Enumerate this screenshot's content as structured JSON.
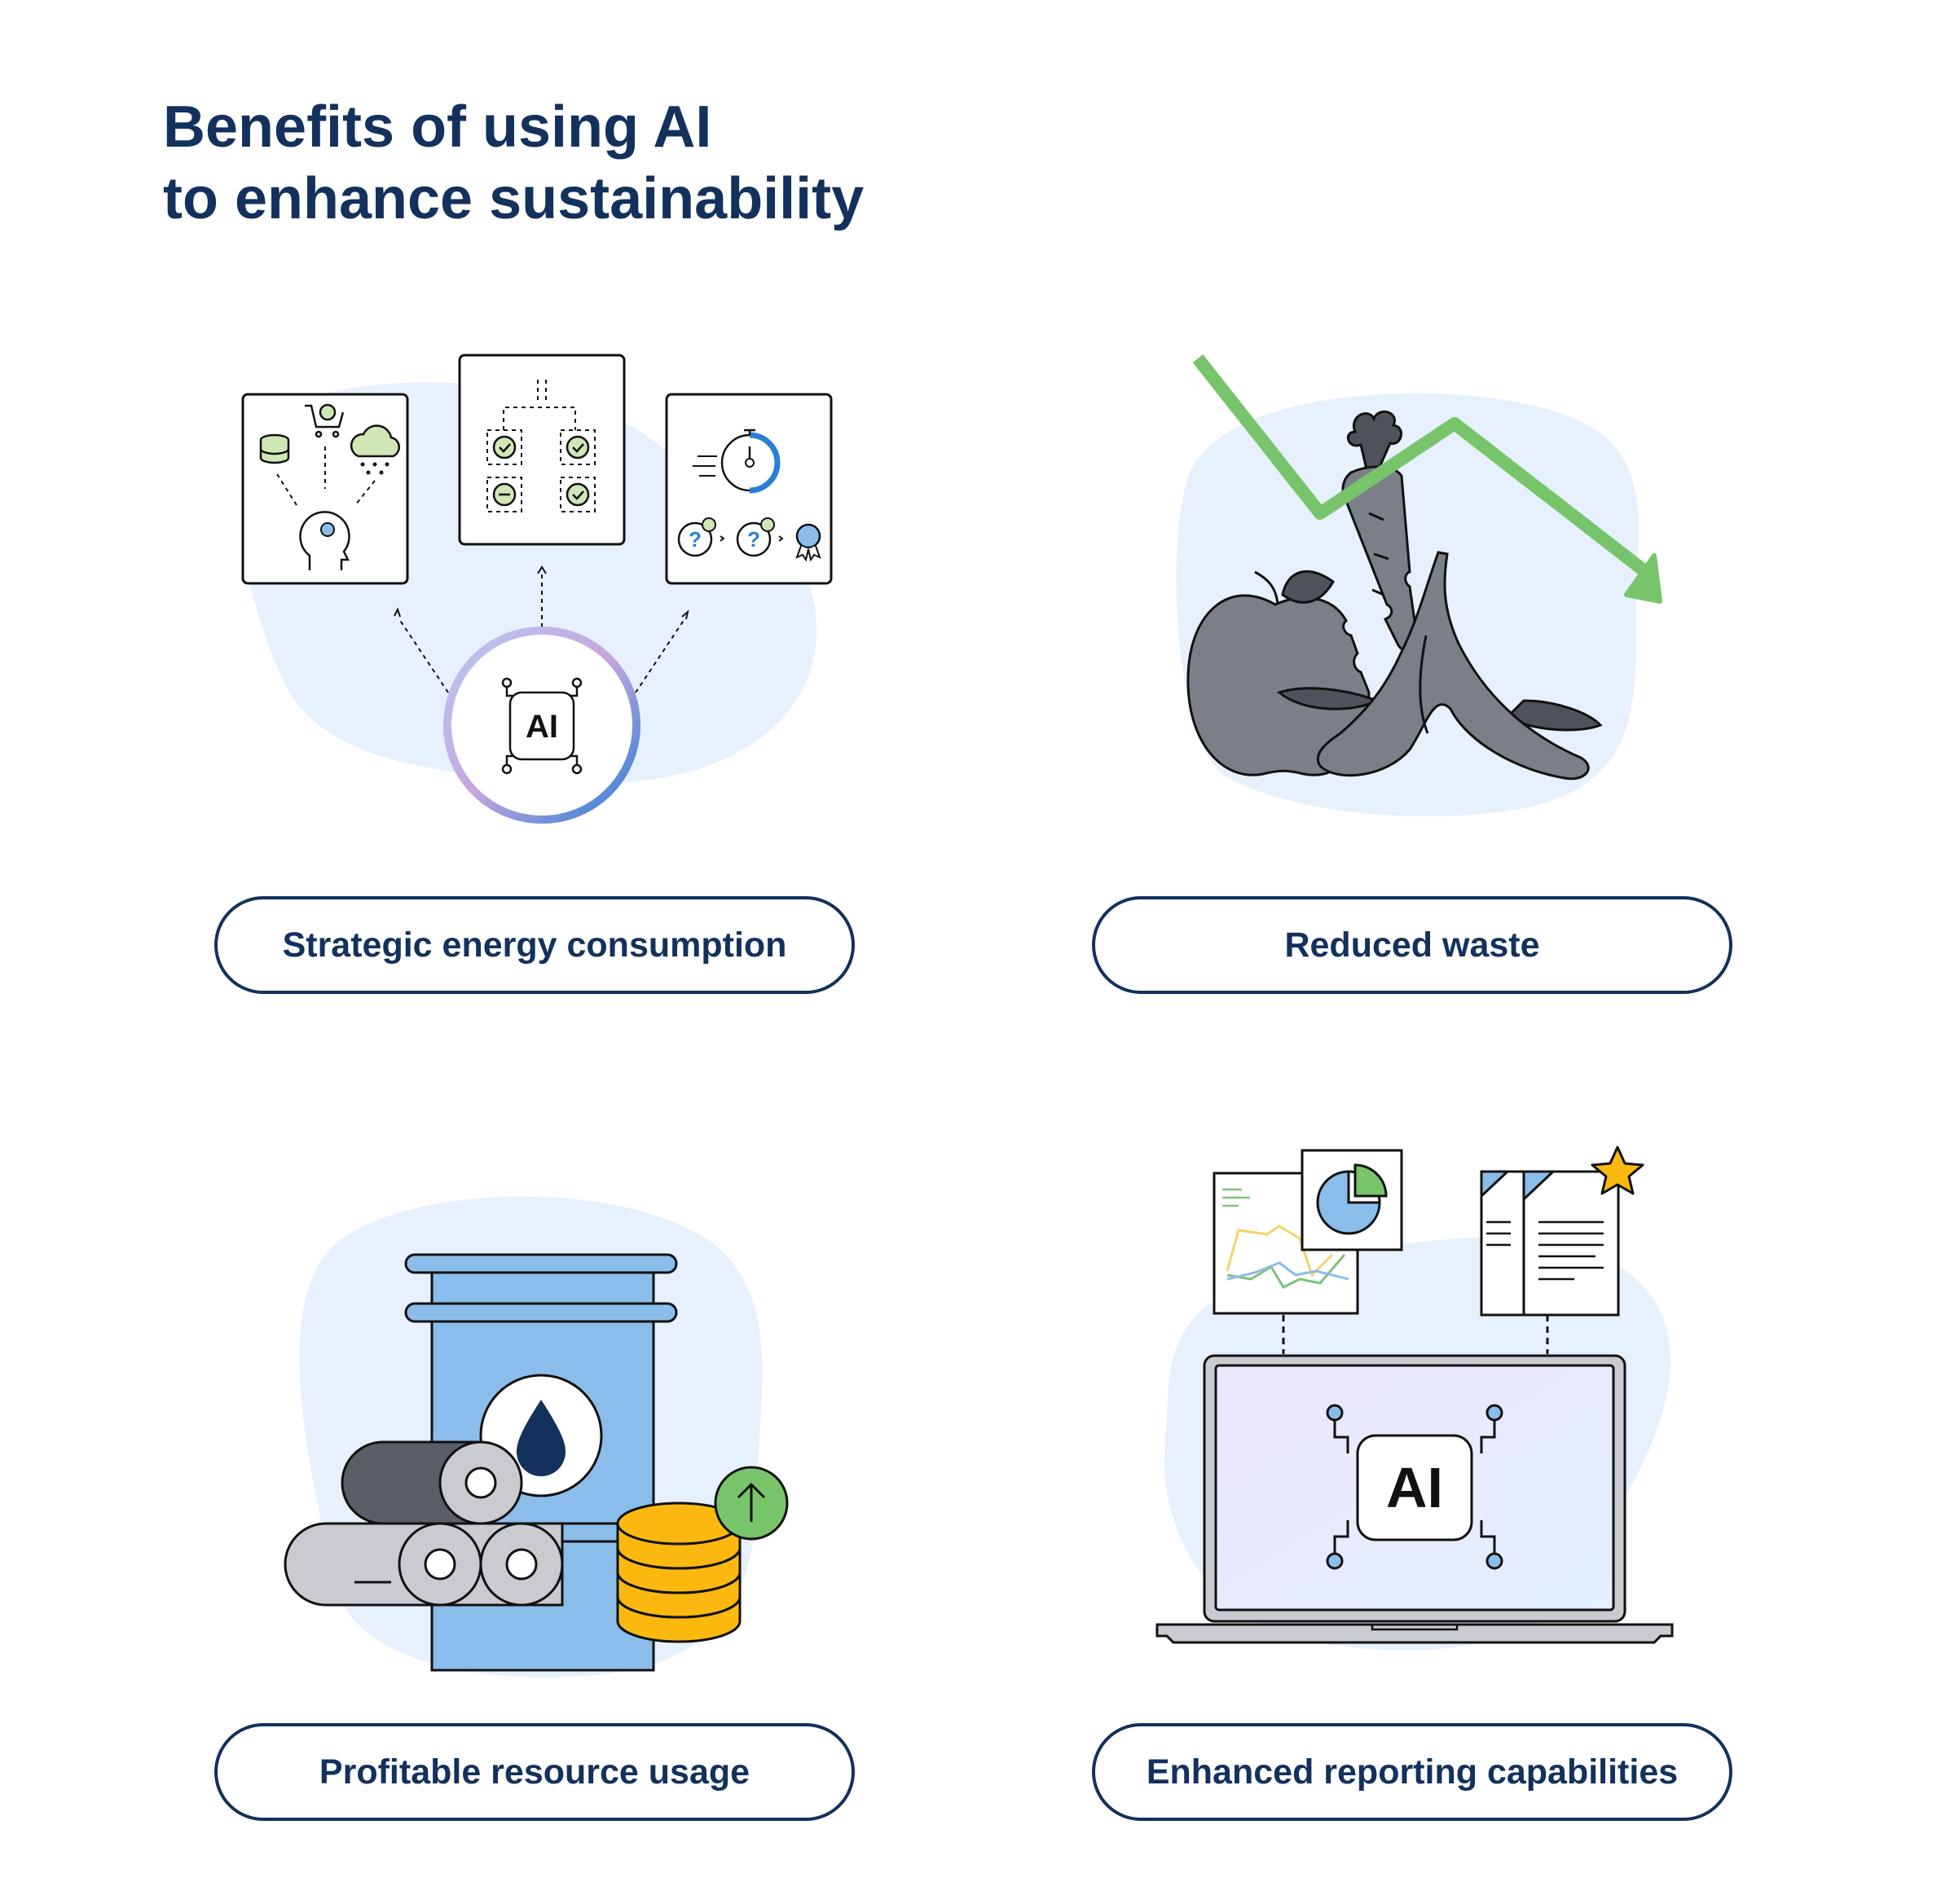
{
  "title": {
    "line1": "Benefits of using AI",
    "line2": "to enhance sustainability"
  },
  "benefits": [
    {
      "label": "Strategic energy consumption",
      "icon": "ai-hub-icon"
    },
    {
      "label": "Reduced waste",
      "icon": "food-waste-trend-icon"
    },
    {
      "label": "Profitable resource usage",
      "icon": "resources-coins-icon"
    },
    {
      "label": "Enhanced reporting capabilities",
      "icon": "ai-laptop-reports-icon"
    }
  ],
  "badges": {
    "chip_text": "AI",
    "laptop_chip_text": "AI"
  },
  "colors": {
    "navy": "#13315c",
    "blob": "#e6f1fd",
    "green": "#78c46a",
    "blue": "#8bbdea",
    "gray": "#7b7f88",
    "gold": "#fbb910"
  }
}
